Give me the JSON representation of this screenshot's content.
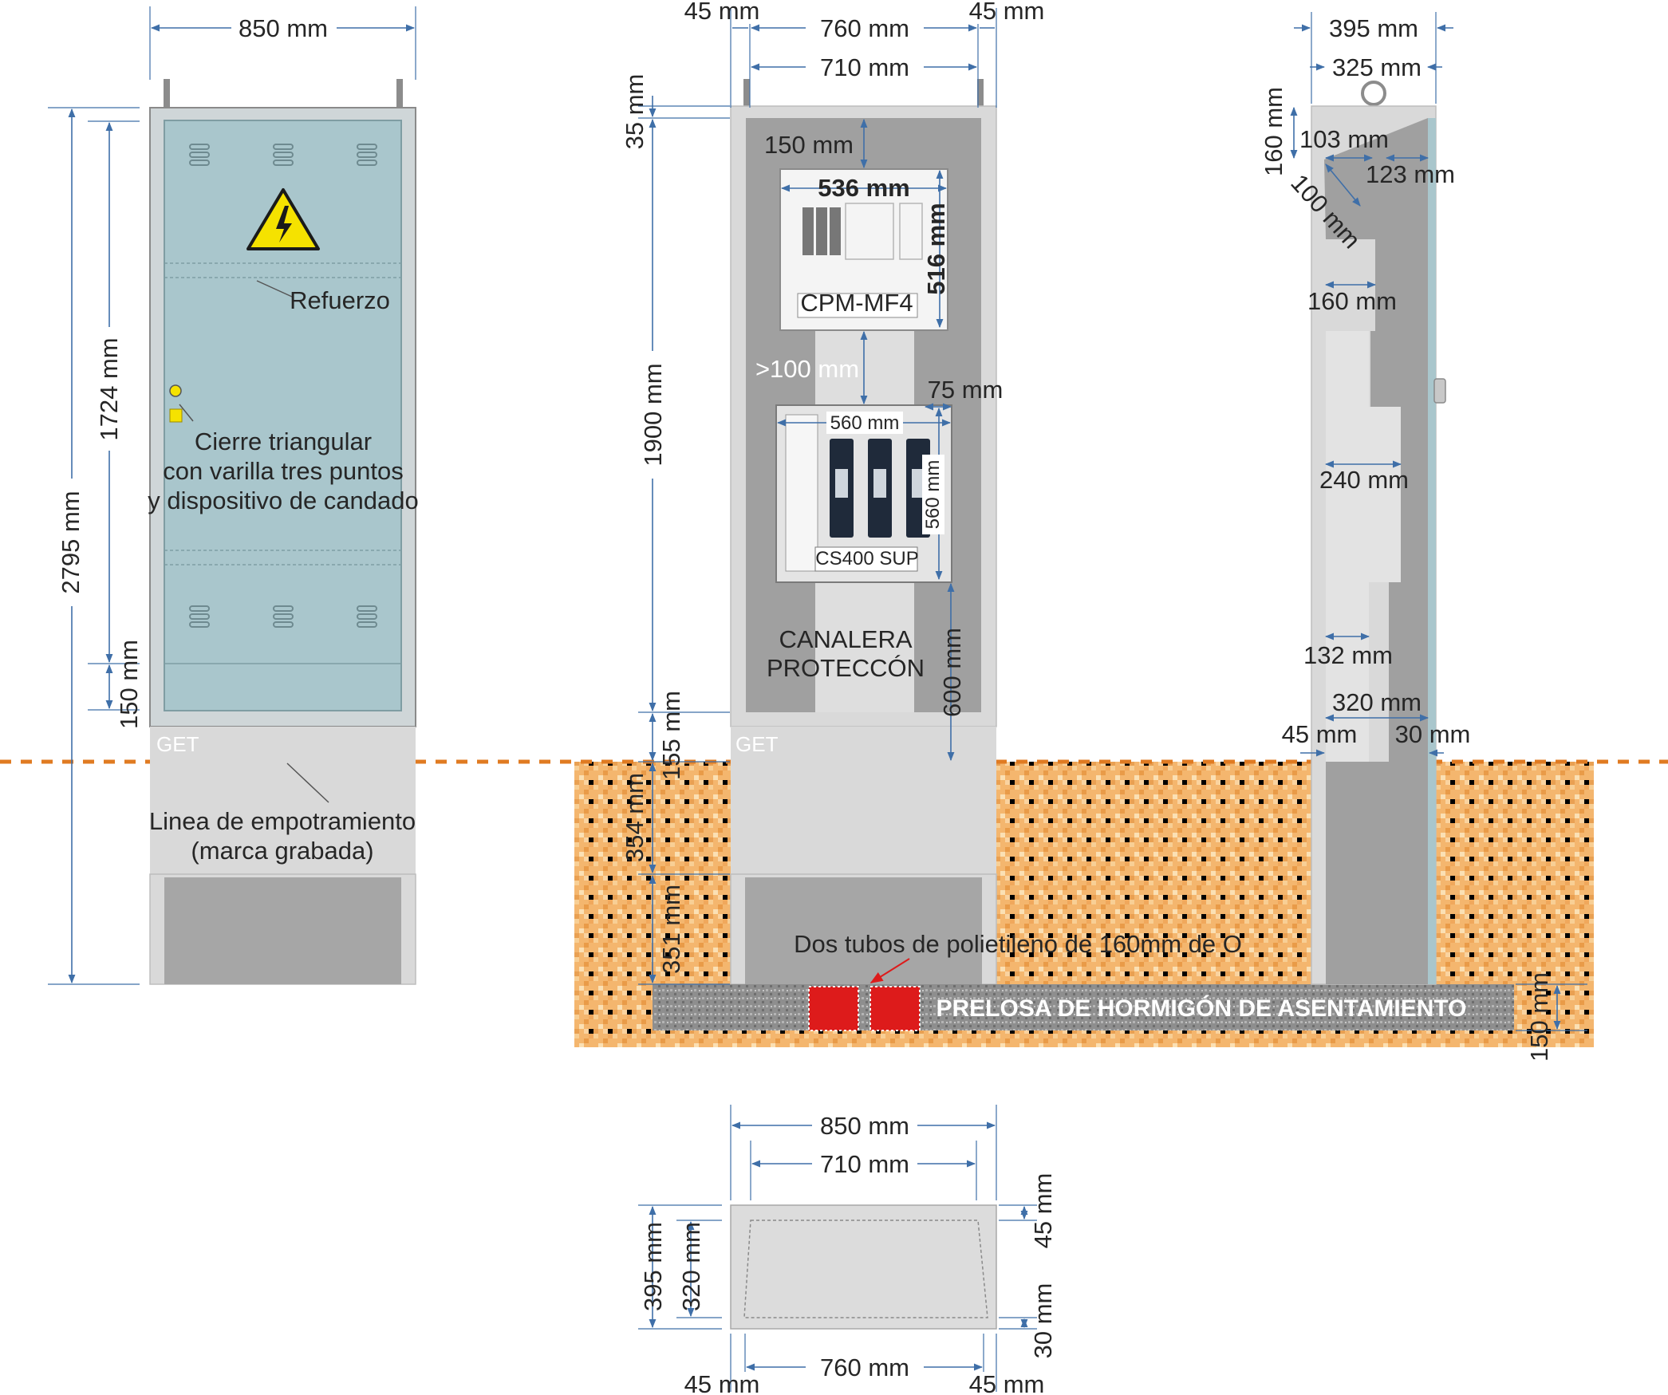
{
  "colors": {
    "cabinet_panel": "#a9c6cc",
    "cabinet_frame": "#c8c8c8",
    "interior": "#a0a0a0",
    "base": "#d9d9d9",
    "soil": "#f2b36a",
    "concrete": "#8c8c8c",
    "pipe": "#dd1b1b",
    "dimension_line": "#3f6fa8",
    "ground_line": "#e07b22",
    "warning_yellow": "#f5e200"
  },
  "front_view": {
    "width": "850 mm",
    "height_total": "2795 mm",
    "height_door": "1724 mm",
    "bottom_gap": "150 mm",
    "reinforcement": "Refuerzo",
    "lock_line1": "Cierre triangular",
    "lock_line2": "con varilla tres puntos",
    "lock_line3": "y dispositivo de candado",
    "brand": "GET",
    "emb_line1": "Linea de empotramiento",
    "emb_line2": "(marca grabada)",
    "warning_icon": "high-voltage-warning-icon"
  },
  "section_view": {
    "left_margin": "45 mm",
    "inner_width": "760 mm",
    "right_margin": "45 mm",
    "inner_clear": "710 mm",
    "top_gap": "35 mm",
    "cpm_top": "150 mm",
    "cpm_width": "536 mm",
    "cpm_height": "516 mm",
    "cpm_label": "CPM-MF4",
    "spacing": ">100 mm",
    "cs_offset": "75 mm",
    "cs_width": "560 mm",
    "cs_height": "560 mm",
    "cs_label": "CS400 SUP",
    "height_1900": "1900 mm",
    "height_155": "155 mm",
    "height_354": "354 mm",
    "height_351": "351 mm",
    "height_600": "600 mm",
    "duct_line1": "CANALERA",
    "duct_line2": "PROTECCÓN",
    "brand": "GET",
    "pipes": "Dos tubos de polietileno de 160mm de O",
    "slab": "PRELOSA DE HORMIGÓN DE ASENTAMIENTO",
    "slab_height": "150 mm"
  },
  "side_view": {
    "depth": "395 mm",
    "inner_depth": "325 mm",
    "roof_height": "160 mm",
    "dim_103": "103 mm",
    "dim_123": "123 mm",
    "dim_100": "100 mm",
    "dim_160": "160 mm",
    "dim_240": "240 mm",
    "dim_132": "132 mm",
    "dim_320": "320 mm",
    "dim_45": "45 mm",
    "dim_30": "30 mm"
  },
  "plan_view": {
    "width": "850 mm",
    "inner_width": "710 mm",
    "depth": "395 mm",
    "inner_depth": "320 mm",
    "margin_top": "45 mm",
    "margin_bottom": "30 mm",
    "left_margin": "45 mm",
    "bottom_width": "760 mm",
    "right_margin": "45 mm"
  }
}
